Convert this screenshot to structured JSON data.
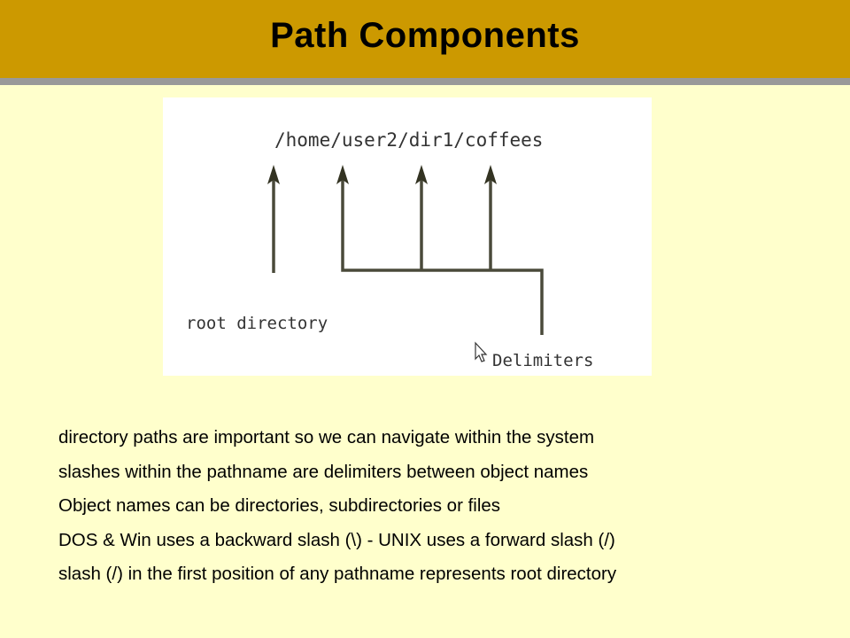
{
  "header": {
    "title": "Path Components",
    "bar_color": "#cc9900",
    "background_color": "#ffffcc"
  },
  "figure": {
    "path_text": "/home/user2/dir1/coffees",
    "root_label": "root directory",
    "delimiters_label": "Delimiters",
    "line_color": "#4a4a3a",
    "icons": [
      "mouse-cursor-icon"
    ]
  },
  "bullets": [
    "directory paths are important so we can navigate within the system",
    "slashes within the pathname are delimiters between object names",
    "Object names can be directories, subdirectories or files",
    "DOS & Win uses a backward slash (\\) - UNIX uses a forward slash (/)",
    "slash (/) in the first position of any pathname represents root directory"
  ]
}
